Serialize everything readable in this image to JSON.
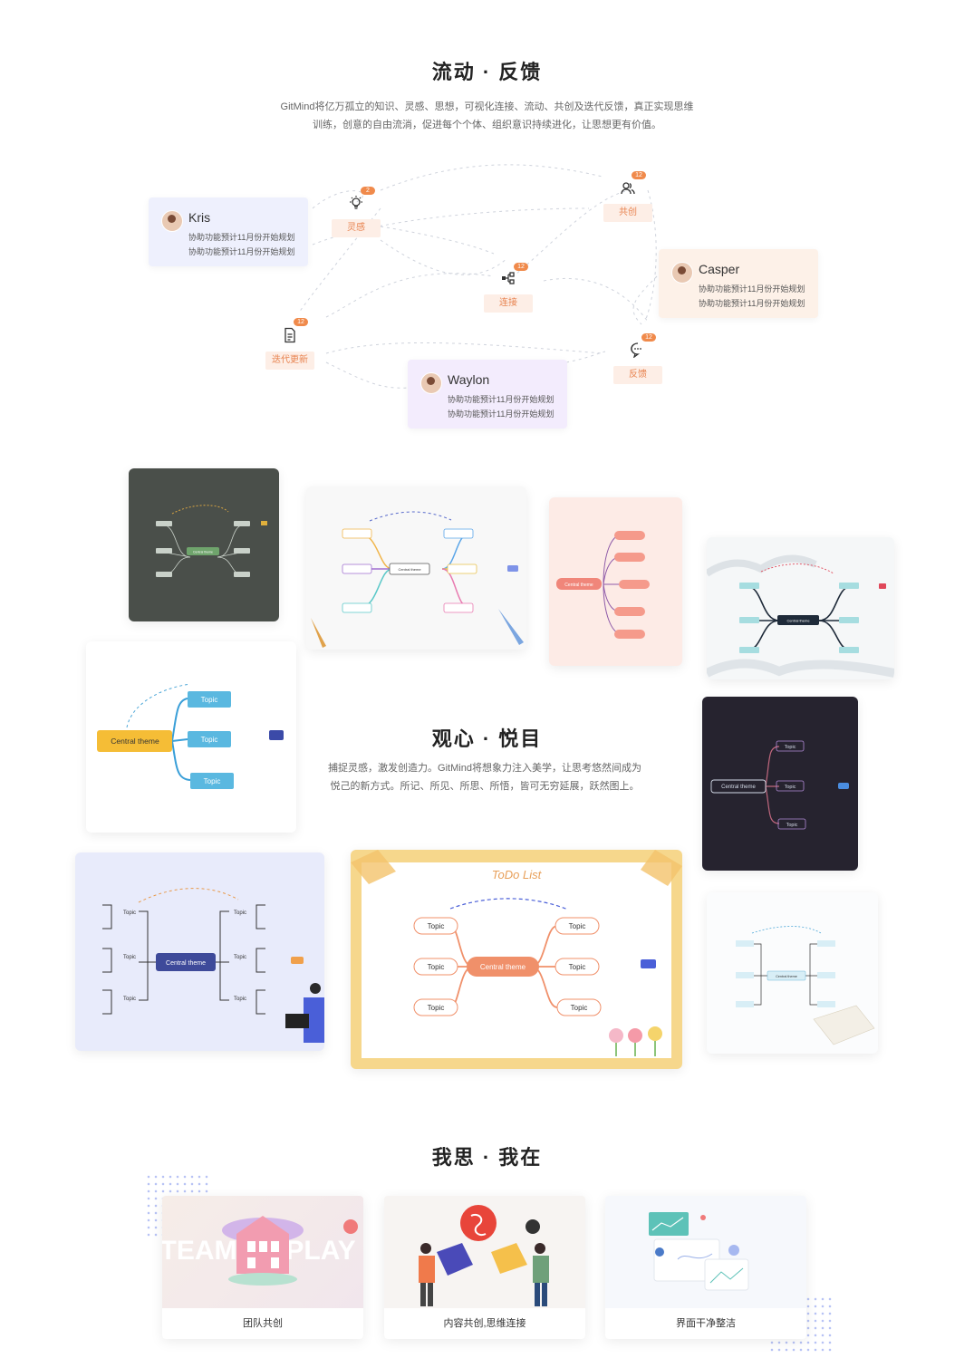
{
  "flow": {
    "title": "流动 · 反馈",
    "desc_line1": "GitMind将亿万孤立的知识、灵感、思想，可视化连接、流动、共创及迭代反馈，真正实现思维",
    "desc_line2": "训练，创意的自由流淌，促进每个个体、组织意识持续进化，让思想更有价值。",
    "users": [
      {
        "name": "Kris",
        "line1": "协助功能预计11月份开始规划",
        "line2": "协助功能预计11月份开始规划"
      },
      {
        "name": "Casper",
        "line1": "协助功能预计11月份开始规划",
        "line2": "协助功能预计11月份开始规划"
      },
      {
        "name": "Waylon",
        "line1": "协助功能预计11月份开始规划",
        "line2": "协助功能预计11月份开始规划"
      }
    ],
    "nodes": [
      {
        "label": "灵感",
        "badge": "2",
        "icon": "lightbulb-icon"
      },
      {
        "label": "共创",
        "badge": "12",
        "icon": "users-icon"
      },
      {
        "label": "连接",
        "badge": "12",
        "icon": "connect-icon"
      },
      {
        "label": "迭代更新",
        "badge": "12",
        "icon": "document-icon"
      },
      {
        "label": "反馈",
        "badge": "12",
        "icon": "chat-icon"
      }
    ]
  },
  "gallery": {
    "title": "观心 · 悦目",
    "desc_line1": "捕捉灵感，激发创造力。GitMind将想象力注入美学，让思考悠然间成为",
    "desc_line2": "悦己的新方式。所记、所见、所思、所悟，皆可无穷延展，跃然图上。",
    "central": "Central theme",
    "topic": "Topic",
    "todo": "ToDo List"
  },
  "exist": {
    "title": "我思 · 我在",
    "cards": [
      {
        "caption": "团队共创",
        "art_text_left": "TEAM",
        "art_text_right": "PLAY"
      },
      {
        "caption": "内容共创,思维连接"
      },
      {
        "caption": "界面干净整洁"
      }
    ]
  },
  "colors": {
    "accent": "#f08a4b",
    "node_bg": "#fdeee6",
    "kris_bg": "#eef0fd",
    "casper_bg": "#fdf1e8",
    "waylon_bg": "#f3ecfd"
  }
}
